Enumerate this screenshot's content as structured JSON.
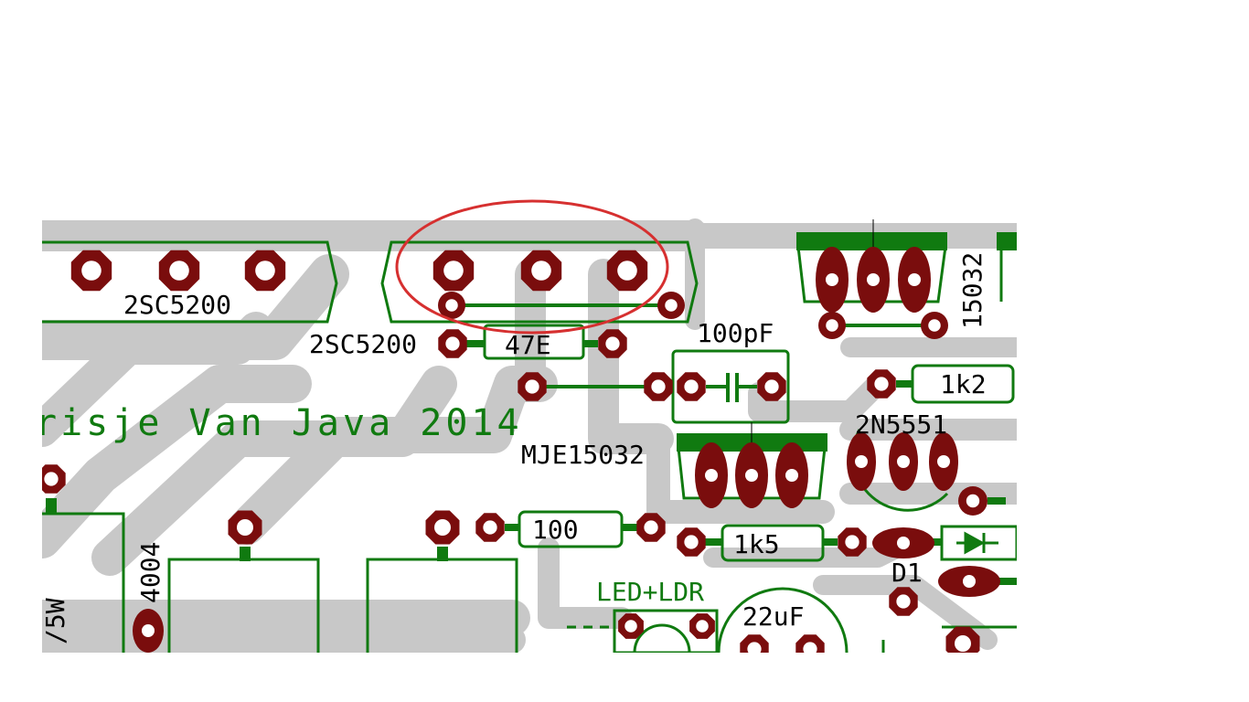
{
  "labels": {
    "q1": "2SC5200",
    "q2": "2SC5200",
    "r47": "47E",
    "c100p": "100pF",
    "part15032": "15032",
    "r1k2": "1k2",
    "q2n5551": "2N5551",
    "mje": "MJE15032",
    "r100": "100",
    "r1k5": "1k5",
    "d1": "D1",
    "c22u": "22uF",
    "led": "LED+LDR",
    "diode4004": "4004",
    "w5": "/5W",
    "credit": "risje Van Java 2014"
  },
  "colors": {
    "track": "#c8c8c8",
    "pad": "#7a0d0d",
    "silk": "#107a10",
    "highlight": "#d63030",
    "text": "#000000"
  },
  "icons": {
    "diode": "diode-icon",
    "capacitor": "capacitor-icon"
  }
}
